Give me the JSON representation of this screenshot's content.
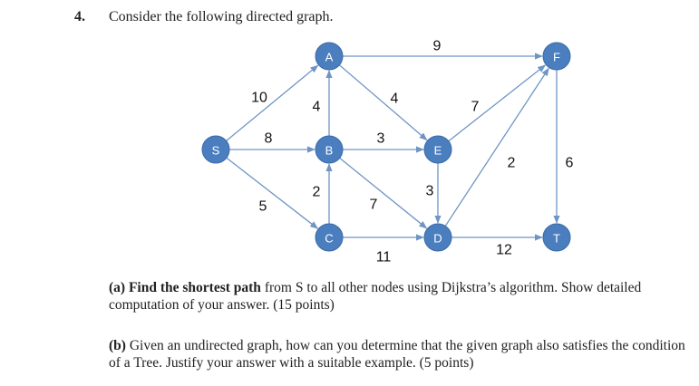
{
  "question": {
    "number": "4.",
    "title": "Consider the following directed graph."
  },
  "graph": {
    "nodes": [
      {
        "id": "S",
        "label": "S"
      },
      {
        "id": "A",
        "label": "A"
      },
      {
        "id": "B",
        "label": "B"
      },
      {
        "id": "C",
        "label": "C"
      },
      {
        "id": "E",
        "label": "E"
      },
      {
        "id": "D",
        "label": "D"
      },
      {
        "id": "F",
        "label": "F"
      },
      {
        "id": "T",
        "label": "T"
      }
    ],
    "edges": [
      {
        "from": "S",
        "to": "A",
        "weight": "10"
      },
      {
        "from": "S",
        "to": "B",
        "weight": "8"
      },
      {
        "from": "S",
        "to": "C",
        "weight": "5"
      },
      {
        "from": "B",
        "to": "A",
        "weight": "4"
      },
      {
        "from": "C",
        "to": "B",
        "weight": "2"
      },
      {
        "from": "A",
        "to": "F",
        "weight": "9"
      },
      {
        "from": "A",
        "to": "E",
        "weight": "4"
      },
      {
        "from": "B",
        "to": "E",
        "weight": "3"
      },
      {
        "from": "B",
        "to": "D",
        "weight": "7"
      },
      {
        "from": "E",
        "to": "D",
        "weight": "3"
      },
      {
        "from": "E",
        "to": "F",
        "weight": "7"
      },
      {
        "from": "D",
        "to": "F",
        "weight": "2"
      },
      {
        "from": "C",
        "to": "D",
        "weight": "11"
      },
      {
        "from": "D",
        "to": "T",
        "weight": "12"
      },
      {
        "from": "F",
        "to": "T",
        "weight": "6"
      }
    ]
  },
  "part_a": {
    "label": "(a)",
    "bold": "Find the shortest path",
    "text": "from S to all other nodes using Dijkstra’s algorithm. Show detailed computation of your answer. (15 points)"
  },
  "part_b": {
    "label": "(b)",
    "text": "Given an undirected graph, how can you determine that the given graph also satisfies the condition of a Tree. Justify your answer with a suitable example. (5 points)"
  },
  "colors": {
    "node_fill": "#4a7ebf",
    "edge": "#6f95c4"
  }
}
